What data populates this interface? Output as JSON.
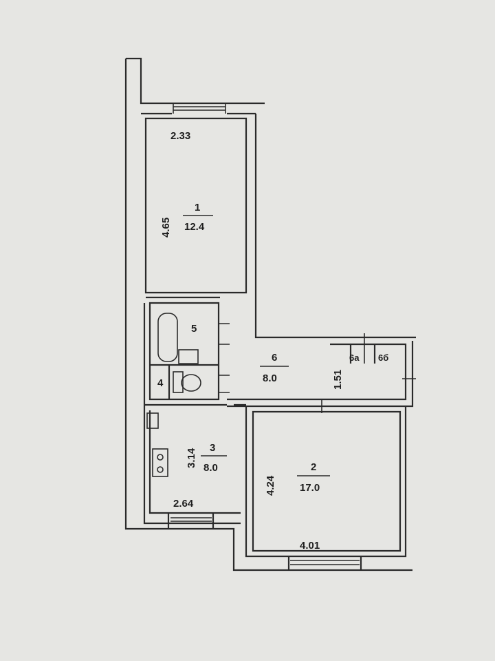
{
  "rooms": {
    "r1": {
      "number": "1",
      "area": "12.4",
      "width": "2.33",
      "length": "4.65"
    },
    "r2": {
      "number": "2",
      "area": "17.0",
      "width": "4.01",
      "length": "4.24"
    },
    "r3": {
      "number": "3",
      "area": "8.0",
      "width": "2.64",
      "length": "3.14"
    },
    "r4": {
      "number": "4"
    },
    "r5": {
      "number": "5"
    },
    "r6": {
      "number": "6",
      "area": "8.0",
      "width": "1.51"
    },
    "r6a": {
      "number": "6а"
    },
    "r6b": {
      "number": "6б"
    }
  }
}
